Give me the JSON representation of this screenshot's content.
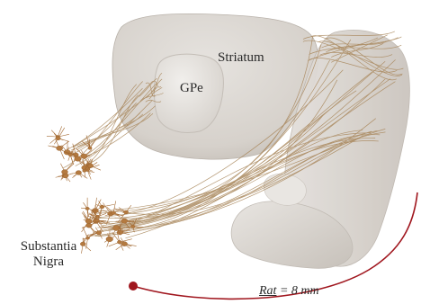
{
  "labels": {
    "striatum": "Striatum",
    "gpe": "GPe",
    "substantia_nigra_line1": "Substantia",
    "substantia_nigra_line2": "Nigra",
    "scale_prefix": "Rat",
    "scale_value": " = 8 mm"
  },
  "colors": {
    "tissue_fill": "#dcd8d3",
    "tissue_shadow": "#bfb9b2",
    "gpe_fill": "#ebe8e4",
    "axon": "#a8865a",
    "neuron": "#b47a40",
    "scale_arc": "#a0161e",
    "text": "#2a2a2a"
  }
}
